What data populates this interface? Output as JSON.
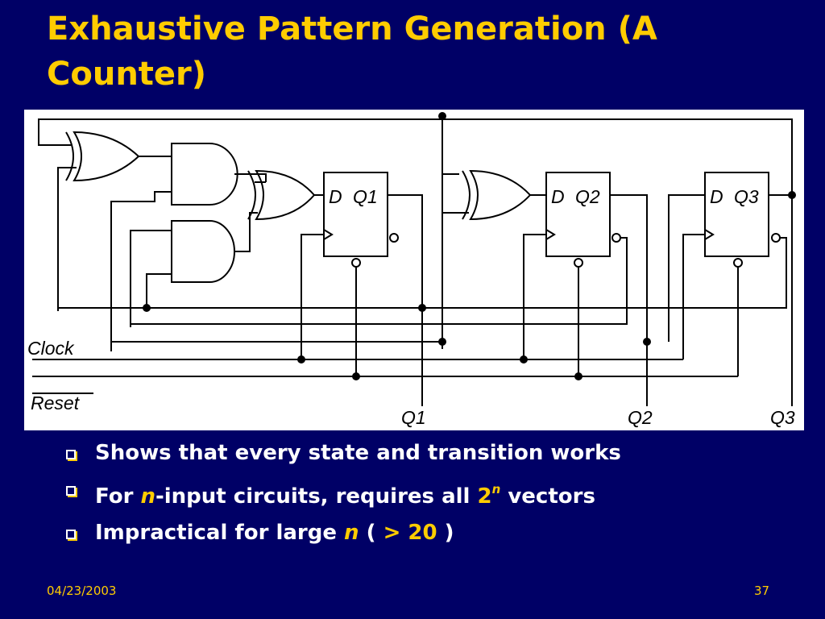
{
  "slide": {
    "title": "Exhaustive Pattern Generation (A Counter)",
    "footer_date": "04/23/2003",
    "page_number": "37"
  },
  "diagram": {
    "signal_labels": {
      "clock": "Clock",
      "reset": "Reset",
      "q1": "Q1",
      "q2": "Q2",
      "q3": "Q3"
    },
    "flipflops": [
      {
        "d": "D",
        "q": "Q1"
      },
      {
        "d": "D",
        "q": "Q2"
      },
      {
        "d": "D",
        "q": "Q3"
      }
    ]
  },
  "bullets": {
    "b1": "Shows that every state and transition works",
    "b2_pre": "For ",
    "b2_var": "n",
    "b2_mid": "-input circuits, requires all ",
    "b2_base": "2",
    "b2_exp": "n",
    "b2_post": " vectors",
    "b3_pre": "Impractical for large ",
    "b3_var": "n",
    "b3_open": " ( ",
    "b3_value": "> 20",
    "b3_close": " )"
  },
  "colors": {
    "background": "#000066",
    "title": "#ffcc00",
    "text": "#ffffff"
  }
}
